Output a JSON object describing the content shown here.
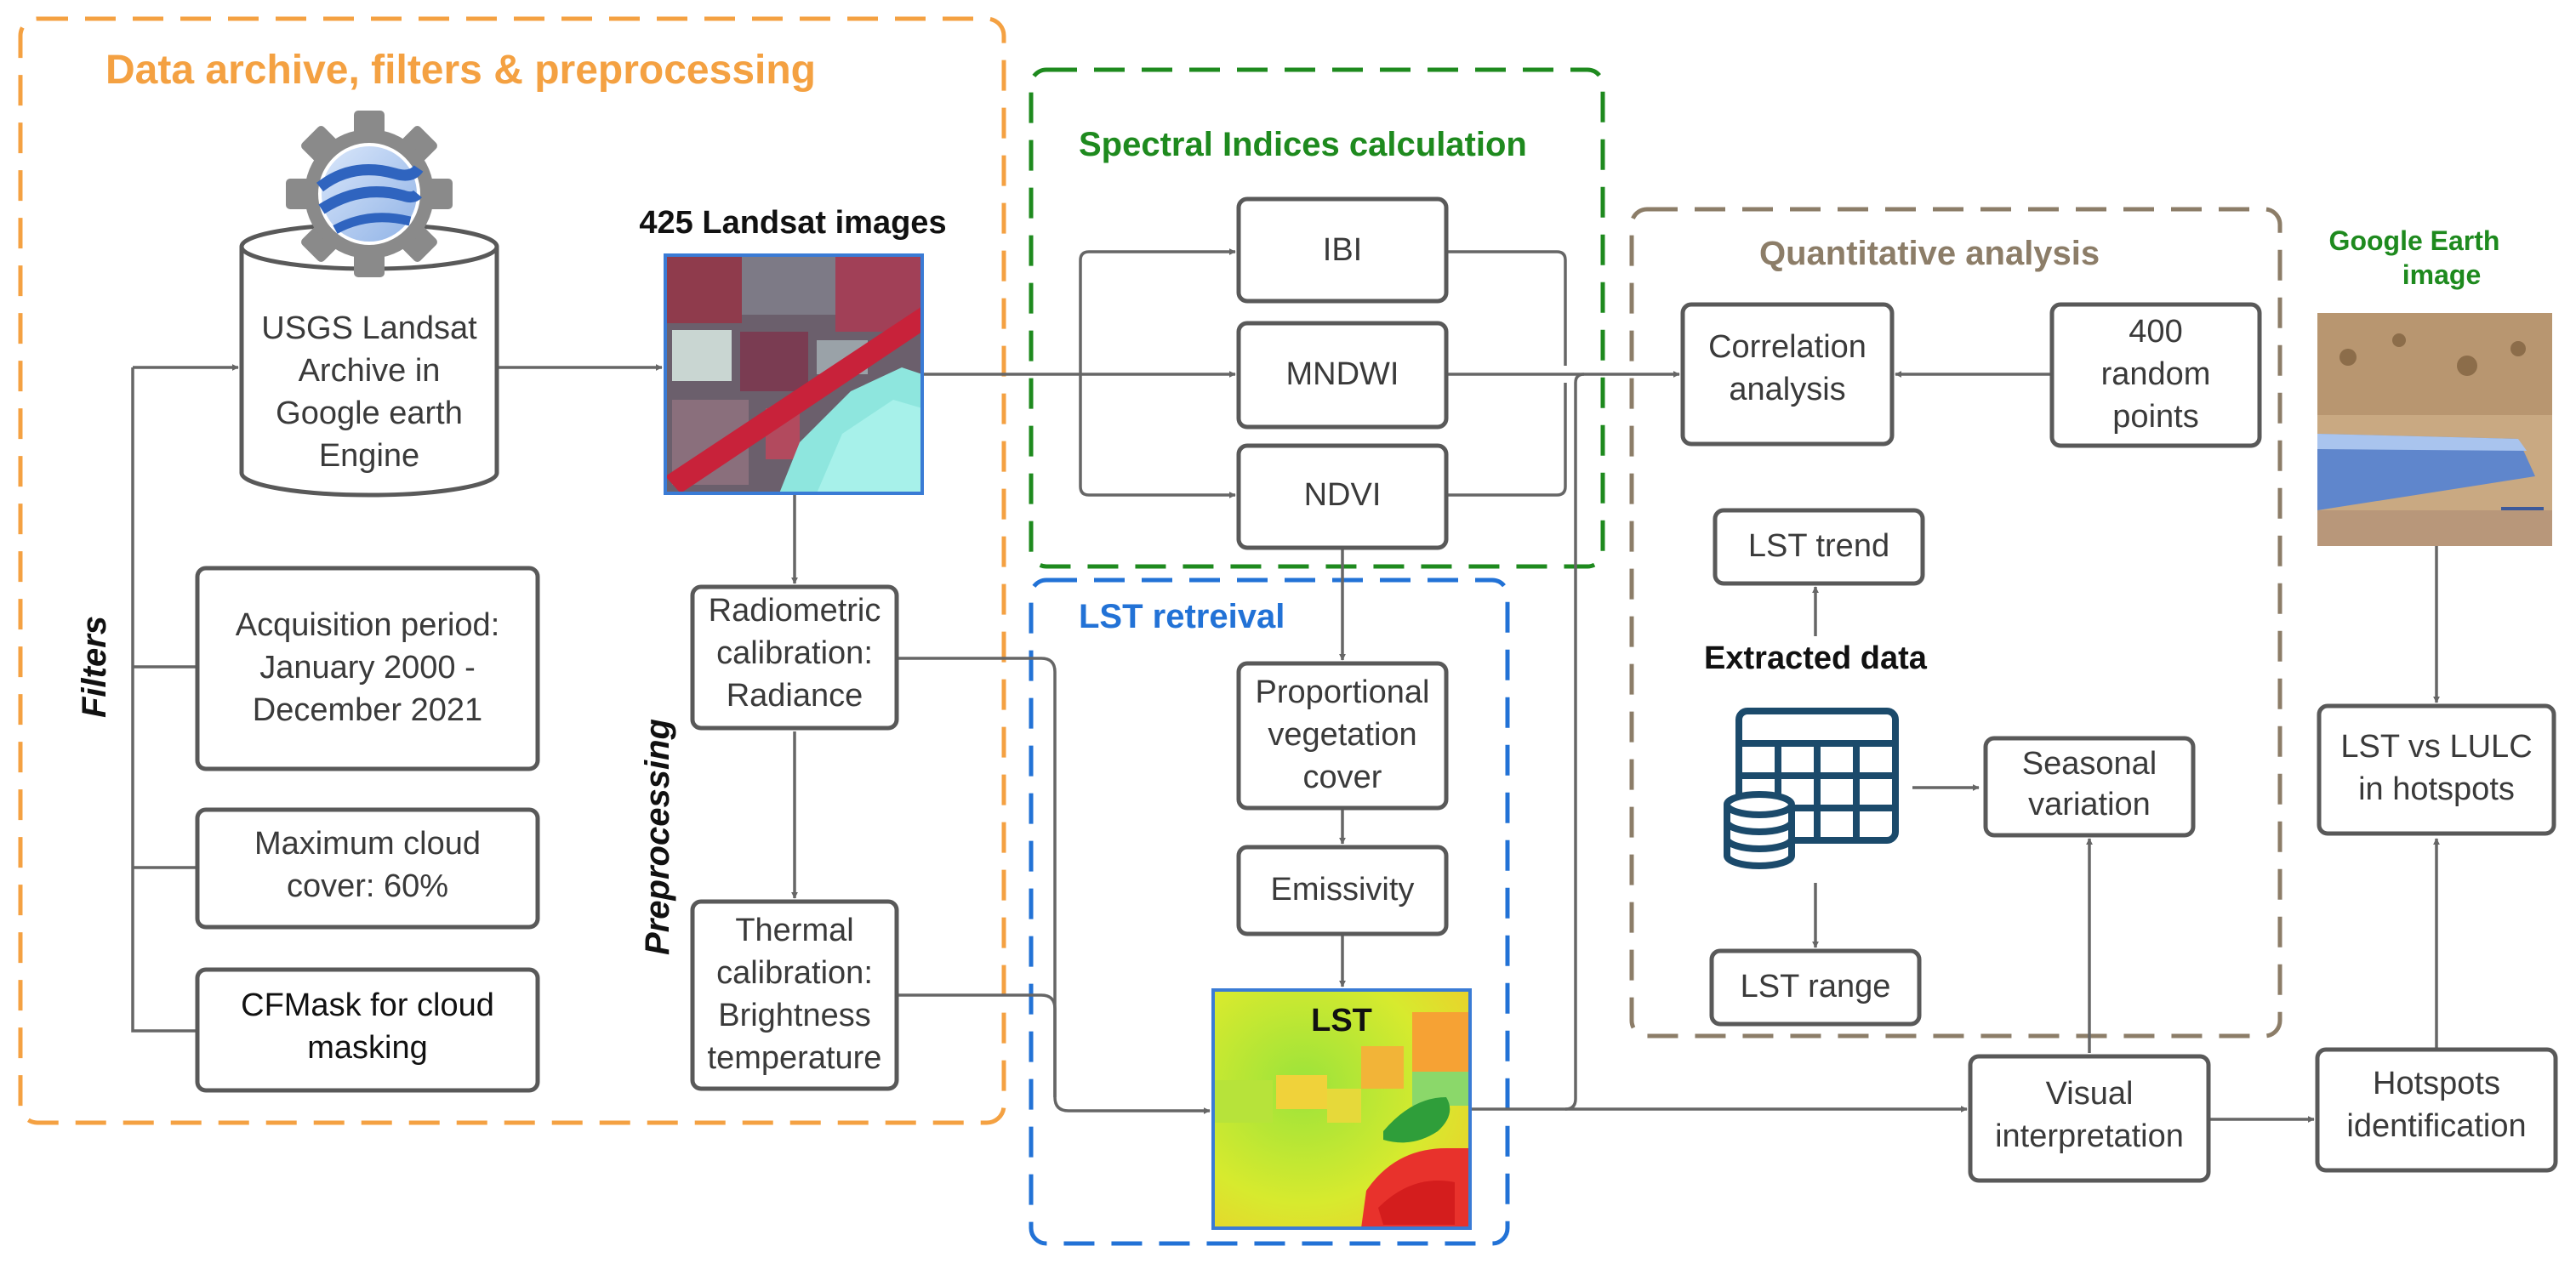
{
  "colors": {
    "orange": "#F4A142",
    "green": "#1E8A1E",
    "blue": "#2272D6",
    "brown": "#8C7D68",
    "edge": "#666666",
    "table_icon": "#1B4A6B"
  },
  "groups": {
    "data_archive": "Data archive, filters & preprocessing",
    "spectral": "Spectral Indices calculation",
    "lst_retrieval": "LST retreival",
    "quantitative": "Quantitative analysis"
  },
  "side_labels": {
    "filters": "Filters",
    "preprocessing": "Preprocessing"
  },
  "archive": {
    "lines": [
      "USGS Landsat",
      "Archive in",
      "Google earth",
      "Engine"
    ],
    "icon": "google-earth-engine-icon"
  },
  "filters": {
    "acquisition": [
      "Acquisition period:",
      "January 2000 -",
      "December 2021"
    ],
    "cloud": [
      "Maximum cloud",
      "cover: 60%"
    ],
    "cfmask": [
      "CFMask for cloud",
      "masking"
    ]
  },
  "landsat": {
    "title": "425 Landsat images",
    "icon": "satellite-image-thumbnail"
  },
  "preprocessing": {
    "radiometric": [
      "Radiometric",
      "calibration:",
      "Radiance"
    ],
    "thermal": [
      "Thermal",
      "calibration:",
      "Brightness",
      "temperature"
    ]
  },
  "indices": {
    "ibi": "IBI",
    "mndwi": "MNDWI",
    "ndvi": "NDVI"
  },
  "lst": {
    "pvc": [
      "Proportional",
      "vegetation",
      "cover"
    ],
    "emissivity": "Emissivity",
    "map_label": "LST",
    "icon": "lst-heatmap-thumbnail"
  },
  "quant": {
    "correlation": [
      "Correlation",
      "analysis"
    ],
    "random_points": [
      "400",
      "random",
      "points"
    ],
    "trend": "LST trend",
    "extracted": "Extracted data",
    "range": "LST range",
    "seasonal": [
      "Seasonal",
      "variation"
    ],
    "icon": "data-table-icon"
  },
  "right": {
    "google_earth": [
      "Google Earth",
      "image"
    ],
    "google_earth_icon": "google-earth-photo-thumbnail",
    "lulc": [
      "LST vs LULC",
      "in hotspots"
    ],
    "visual": [
      "Visual",
      "interpretation"
    ],
    "hotspots": [
      "Hotspots",
      "identification"
    ]
  }
}
